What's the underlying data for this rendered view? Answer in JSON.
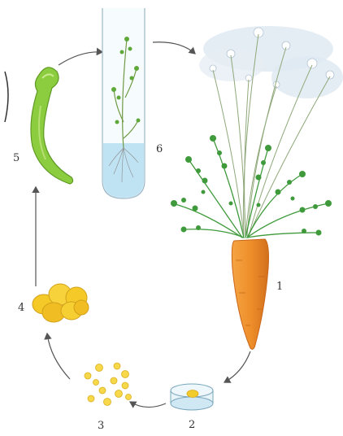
{
  "labels": {
    "l1": "1",
    "l2": "2",
    "l3": "3",
    "l4": "4",
    "l5": "5",
    "l6": "6"
  },
  "colors": {
    "carrot": "#ee8f2b",
    "carrot_dark": "#c9661a",
    "foliage": "#3f9a3b",
    "stem": "#8fa87a",
    "callus": "#f2cc2a",
    "embryo": "#8ccc3f",
    "medium": "#bfe3f3",
    "flowers": "#c8d8e8",
    "arrow": "#555555"
  }
}
